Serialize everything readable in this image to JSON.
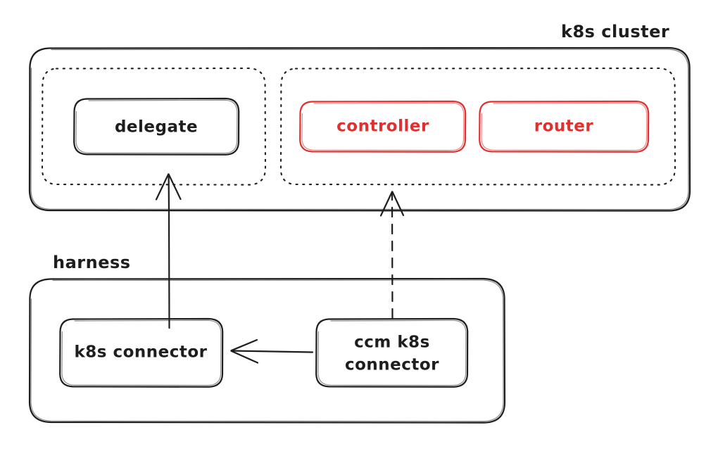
{
  "diagram": {
    "title_visible": false,
    "style": "hand-drawn-sketch",
    "colors": {
      "ink": "#1e1e1e",
      "accent_red": "#e03131",
      "background": "#ffffff"
    },
    "labels": {
      "k8s_cluster": "k8s cluster",
      "harness": "harness"
    },
    "containers": [
      {
        "id": "k8s-cluster",
        "label": "k8s cluster",
        "label_position": "top-right-outside",
        "border": "solid",
        "color": "#1e1e1e"
      },
      {
        "id": "harness",
        "label": "harness",
        "label_position": "top-left-outside",
        "border": "solid",
        "color": "#1e1e1e"
      }
    ],
    "groups": [
      {
        "id": "delegate-group",
        "border": "dotted",
        "color": "#1e1e1e"
      },
      {
        "id": "red-group",
        "border": "dotted",
        "color": "#1e1e1e"
      }
    ],
    "nodes": [
      {
        "id": "delegate",
        "label": "delegate",
        "color": "#1e1e1e",
        "parent": "delegate-group"
      },
      {
        "id": "controller",
        "label": "controller",
        "color": "#e03131",
        "parent": "red-group"
      },
      {
        "id": "router",
        "label": "router",
        "color": "#e03131",
        "parent": "red-group"
      },
      {
        "id": "k8s-connector",
        "label": "k8s connector",
        "color": "#1e1e1e",
        "parent": "harness"
      },
      {
        "id": "ccm-k8s-connector",
        "label_line1": "ccm k8s",
        "label_line2": "connector",
        "color": "#1e1e1e",
        "parent": "harness"
      }
    ],
    "edges": [
      {
        "id": "edge-connector-to-delegate",
        "from": "k8s-connector",
        "to": "delegate",
        "style": "solid",
        "arrow": "up"
      },
      {
        "id": "edge-ccm-to-red-group",
        "from": "ccm-k8s-connector",
        "to": "red-group",
        "style": "dashed",
        "arrow": "up"
      },
      {
        "id": "edge-ccm-to-connector",
        "from": "ccm-k8s-connector",
        "to": "k8s-connector",
        "style": "solid",
        "arrow": "left"
      }
    ]
  }
}
